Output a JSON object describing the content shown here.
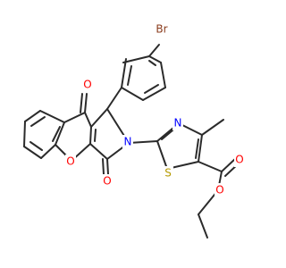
{
  "atoms": {
    "bromine": {
      "label": "Br",
      "color": "#8b3d1e"
    },
    "oxygen_carbonyl_top": {
      "label": "O",
      "color": "#ff0000"
    },
    "oxygen_carbonyl_lactam": {
      "label": "O",
      "color": "#ff0000"
    },
    "oxygen_ring": {
      "label": "O",
      "color": "#ff0000"
    },
    "nitrogen_lactam": {
      "label": "N",
      "color": "#0000ff"
    },
    "nitrogen_thiazole": {
      "label": "N",
      "color": "#0000ff"
    },
    "sulfur_thiazole": {
      "label": "S",
      "color": "#b59a00"
    },
    "oxygen_ester_carbonyl": {
      "label": "O",
      "color": "#ff0000"
    },
    "oxygen_ester": {
      "label": "O",
      "color": "#ff0000"
    }
  },
  "colors": {
    "bond": "#2b2b2b",
    "background": "#ffffff"
  }
}
